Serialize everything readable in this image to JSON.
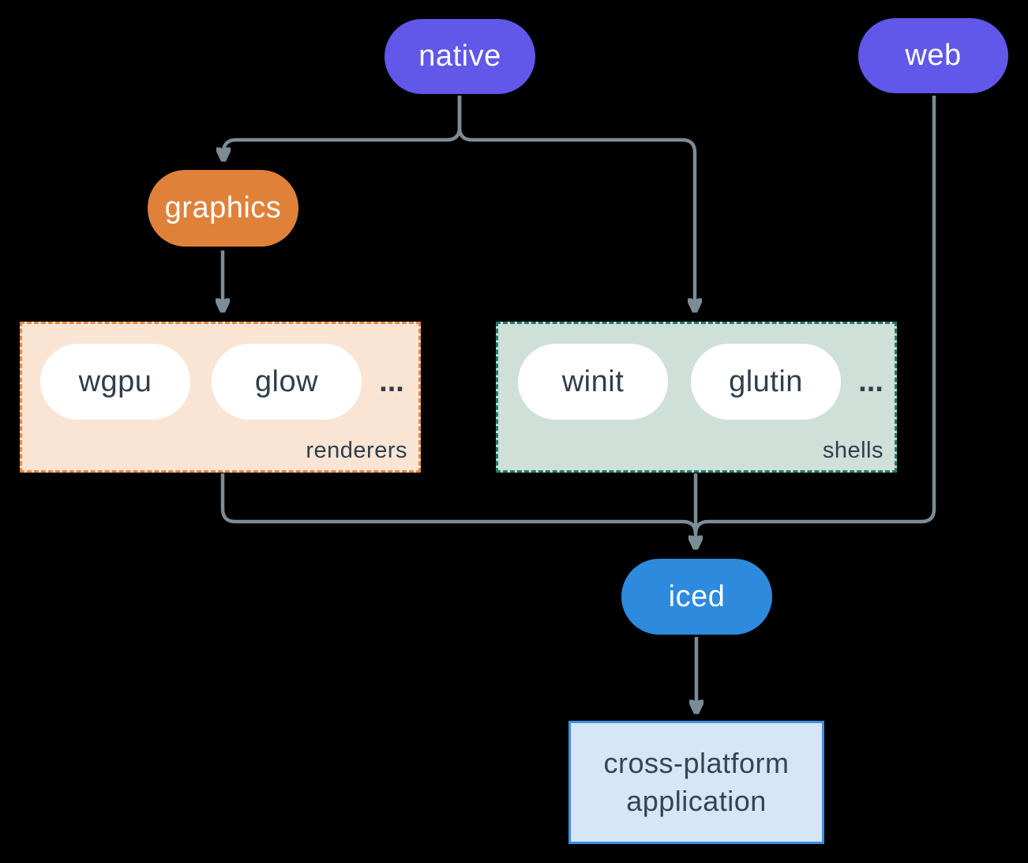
{
  "diagram": {
    "nodes": {
      "native": {
        "label": "native",
        "color": "#6157e8"
      },
      "web": {
        "label": "web",
        "color": "#6157e8"
      },
      "graphics": {
        "label": "graphics",
        "color": "#e0813a"
      },
      "iced": {
        "label": "iced",
        "color": "#2d8add"
      },
      "application": {
        "line1": "cross-platform",
        "line2": "application"
      }
    },
    "groups": {
      "renderers": {
        "label": "renderers",
        "items": [
          "wgpu",
          "glow"
        ],
        "more": "...",
        "fill": "#fae5d4",
        "border": "#e8863c"
      },
      "shells": {
        "label": "shells",
        "items": [
          "winit",
          "glutin"
        ],
        "more": "...",
        "fill": "#cfe0d9",
        "border": "#1f7a6b"
      }
    },
    "colors": {
      "background": "#000000",
      "edge": "#7c8c97",
      "application_fill": "#d4e6f8",
      "application_border": "#3f8fe0",
      "dark_text": "#2f3e4c",
      "light_text": "#ffffff"
    }
  }
}
